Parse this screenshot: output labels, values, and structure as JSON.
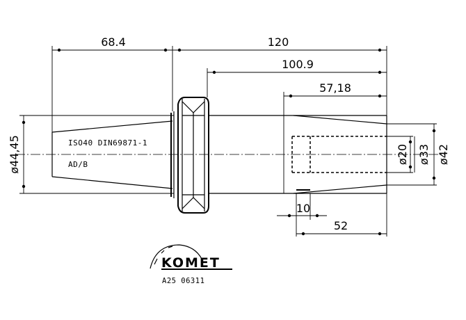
{
  "dimensions": {
    "taper_length": "68.4",
    "overall_length": "120",
    "body_length": "100.9",
    "bore_length": "57,18",
    "bore_depth": "52",
    "hidden_depth": "10",
    "flange_diameter": "ø44,45",
    "bore_diameter": "ø20",
    "inner_diameter": "ø33",
    "outer_diameter": "ø42"
  },
  "notes": {
    "standard": "ISO40 DIN69871-1",
    "form": "AD/B"
  },
  "logo": {
    "brand": "KOMET",
    "code": "A25 06311"
  }
}
